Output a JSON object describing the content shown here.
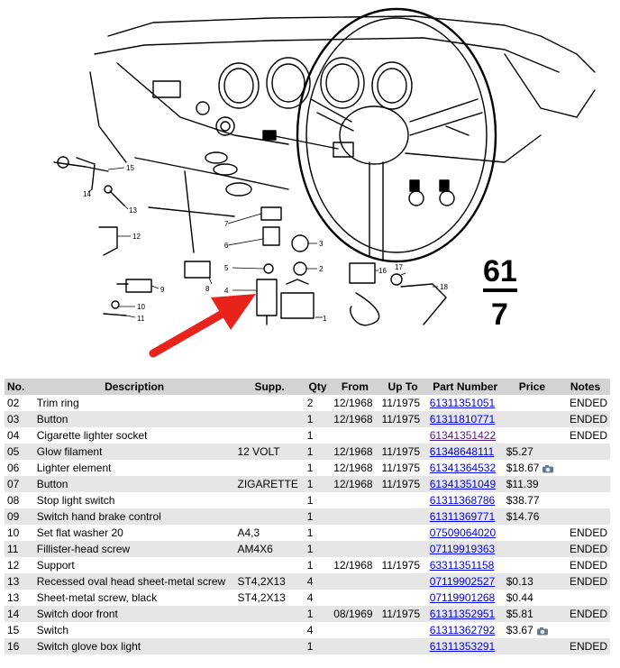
{
  "diagram": {
    "group_label_top": "61",
    "group_label_bottom": "7",
    "callouts": [
      "1",
      "2",
      "3",
      "4",
      "5",
      "6",
      "7",
      "8",
      "9",
      "10",
      "11",
      "12",
      "13",
      "14",
      "15",
      "16",
      "17",
      "18"
    ]
  },
  "table": {
    "headers": {
      "no": "No.",
      "description": "Description",
      "supp": "Supp.",
      "qty": "Qty",
      "from": "From",
      "upto": "Up To",
      "part_number": "Part Number",
      "price": "Price",
      "notes": "Notes"
    },
    "rows": [
      {
        "no": "02",
        "description": "Trim ring",
        "supp": "",
        "qty": "2",
        "from": "12/1968",
        "upto": "11/1975",
        "part_number": "61311351051",
        "price": "",
        "notes": "ENDED",
        "visited": false,
        "camera": false
      },
      {
        "no": "03",
        "description": "Button",
        "supp": "",
        "qty": "1",
        "from": "12/1968",
        "upto": "11/1975",
        "part_number": "61311810771",
        "price": "",
        "notes": "ENDED",
        "visited": false,
        "camera": false
      },
      {
        "no": "04",
        "description": "Cigarette lighter socket",
        "supp": "",
        "qty": "1",
        "from": "",
        "upto": "",
        "part_number": "61341351422",
        "price": "",
        "notes": "ENDED",
        "visited": true,
        "camera": false
      },
      {
        "no": "05",
        "description": "Glow filament",
        "supp": "12 VOLT",
        "qty": "1",
        "from": "12/1968",
        "upto": "11/1975",
        "part_number": "61348648111",
        "price": "$5.27",
        "notes": "",
        "visited": false,
        "camera": false
      },
      {
        "no": "06",
        "description": "Lighter element",
        "supp": "",
        "qty": "1",
        "from": "12/1968",
        "upto": "11/1975",
        "part_number": "61341364532",
        "price": "$18.67",
        "notes": "",
        "visited": false,
        "camera": true
      },
      {
        "no": "07",
        "description": "Button",
        "supp": "ZIGARETTE",
        "qty": "1",
        "from": "12/1968",
        "upto": "11/1975",
        "part_number": "61341351049",
        "price": "$11.39",
        "notes": "",
        "visited": false,
        "camera": false
      },
      {
        "no": "08",
        "description": "Stop light switch",
        "supp": "",
        "qty": "1",
        "from": "",
        "upto": "",
        "part_number": "61311368786",
        "price": "$38.77",
        "notes": "",
        "visited": false,
        "camera": false
      },
      {
        "no": "09",
        "description": "Switch hand brake control",
        "supp": "",
        "qty": "1",
        "from": "",
        "upto": "",
        "part_number": "61311369771",
        "price": "$14.76",
        "notes": "",
        "visited": false,
        "camera": false
      },
      {
        "no": "10",
        "description": "Set flat washer 20",
        "supp": "A4,3",
        "qty": "1",
        "from": "",
        "upto": "",
        "part_number": "07509064020",
        "price": "",
        "notes": "ENDED",
        "visited": false,
        "camera": false
      },
      {
        "no": "11",
        "description": "Fillister-head screw",
        "supp": "AM4X6",
        "qty": "1",
        "from": "",
        "upto": "",
        "part_number": "07119919363",
        "price": "",
        "notes": "ENDED",
        "visited": false,
        "camera": false
      },
      {
        "no": "12",
        "description": "Support",
        "supp": "",
        "qty": "1",
        "from": "12/1968",
        "upto": "11/1975",
        "part_number": "63311351158",
        "price": "",
        "notes": "ENDED",
        "visited": false,
        "camera": false
      },
      {
        "no": "13",
        "description": "Recessed oval head sheet-metal screw",
        "supp": "ST4,2X13",
        "qty": "4",
        "from": "",
        "upto": "",
        "part_number": "07119902527",
        "price": "$0.13",
        "notes": "ENDED",
        "visited": false,
        "camera": false
      },
      {
        "no": "13",
        "description": "Sheet-metal screw, black",
        "supp": "ST4,2X13",
        "qty": "4",
        "from": "",
        "upto": "",
        "part_number": "07119901268",
        "price": "$0.44",
        "notes": "",
        "visited": false,
        "camera": false
      },
      {
        "no": "14",
        "description": "Switch door front",
        "supp": "",
        "qty": "1",
        "from": "08/1969",
        "upto": "11/1975",
        "part_number": "61311352951",
        "price": "$5.81",
        "notes": "ENDED",
        "visited": false,
        "camera": false
      },
      {
        "no": "15",
        "description": "Switch",
        "supp": "",
        "qty": "4",
        "from": "",
        "upto": "",
        "part_number": "61311362792",
        "price": "$3.67",
        "notes": "",
        "visited": false,
        "camera": true
      },
      {
        "no": "16",
        "description": "Switch glove box light",
        "supp": "",
        "qty": "1",
        "from": "",
        "upto": "",
        "part_number": "61311353291",
        "price": "",
        "notes": "ENDED",
        "visited": false,
        "camera": false
      }
    ]
  }
}
